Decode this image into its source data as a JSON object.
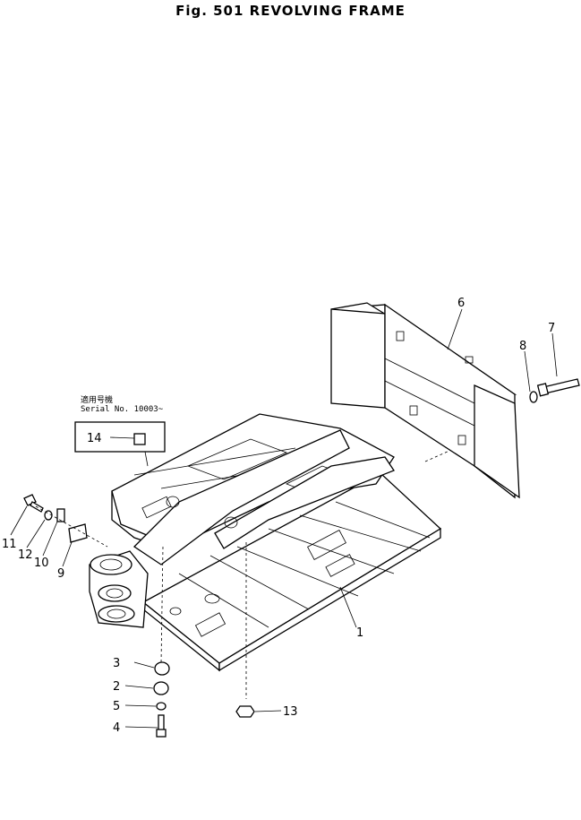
{
  "figure": {
    "title": "Fig. 501   REVOLVING FRAME"
  },
  "serial_note": {
    "line1": "適用号機",
    "line2": "Serial  No. 10003~"
  },
  "callouts": [
    "1",
    "2",
    "3",
    "4",
    "5",
    "6",
    "7",
    "8",
    "9",
    "10",
    "11",
    "12",
    "13",
    "14"
  ]
}
